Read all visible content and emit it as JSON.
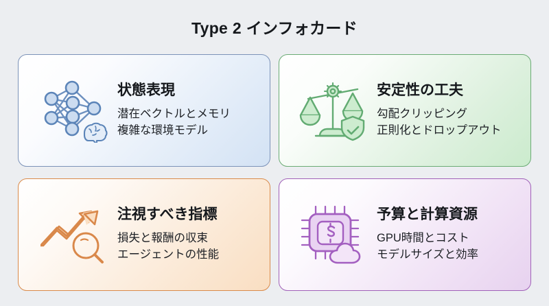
{
  "header": {
    "title": "Type 2 インフォカード"
  },
  "theme": {
    "page_background": "#eceef1",
    "title_color": "#15181c",
    "card_blue_border": "#7b92b8",
    "card_blue_fill": "#d3e2f4",
    "card_green_border": "#6aab74",
    "card_green_fill": "#cbebcd",
    "card_orange_border": "#d98a4a",
    "card_orange_fill": "#f9dec2",
    "card_purple_border": "#a061b8",
    "card_purple_fill": "#e7d2ef"
  },
  "cards": [
    {
      "id": "state-representation",
      "title": "状態表現",
      "lines": [
        "潜在ベクトルとメモリ",
        "複雑な環境モデル"
      ],
      "icon": "neural-network-brain-icon",
      "icon_color": "#5b84b8",
      "accent": "blue"
    },
    {
      "id": "stability-techniques",
      "title": "安定性の工夫",
      "lines": [
        "勾配クリッピング",
        "正則化とドロップアウト"
      ],
      "icon": "balance-scale-gear-shield-icon",
      "icon_color": "#62ab72",
      "accent": "green"
    },
    {
      "id": "key-metrics",
      "title": "注視すべき指標",
      "lines": [
        "損失と報酬の収束",
        "エージェントの性能"
      ],
      "icon": "trending-up-magnifier-icon",
      "icon_color": "#d9884a",
      "accent": "orange"
    },
    {
      "id": "budget-compute",
      "title": "予算と計算資源",
      "lines": [
        "GPU時間とコスト",
        "モデルサイズと効率"
      ],
      "icon": "cpu-chip-dollar-cloud-icon",
      "icon_color": "#a35fc0",
      "accent": "purple"
    }
  ]
}
